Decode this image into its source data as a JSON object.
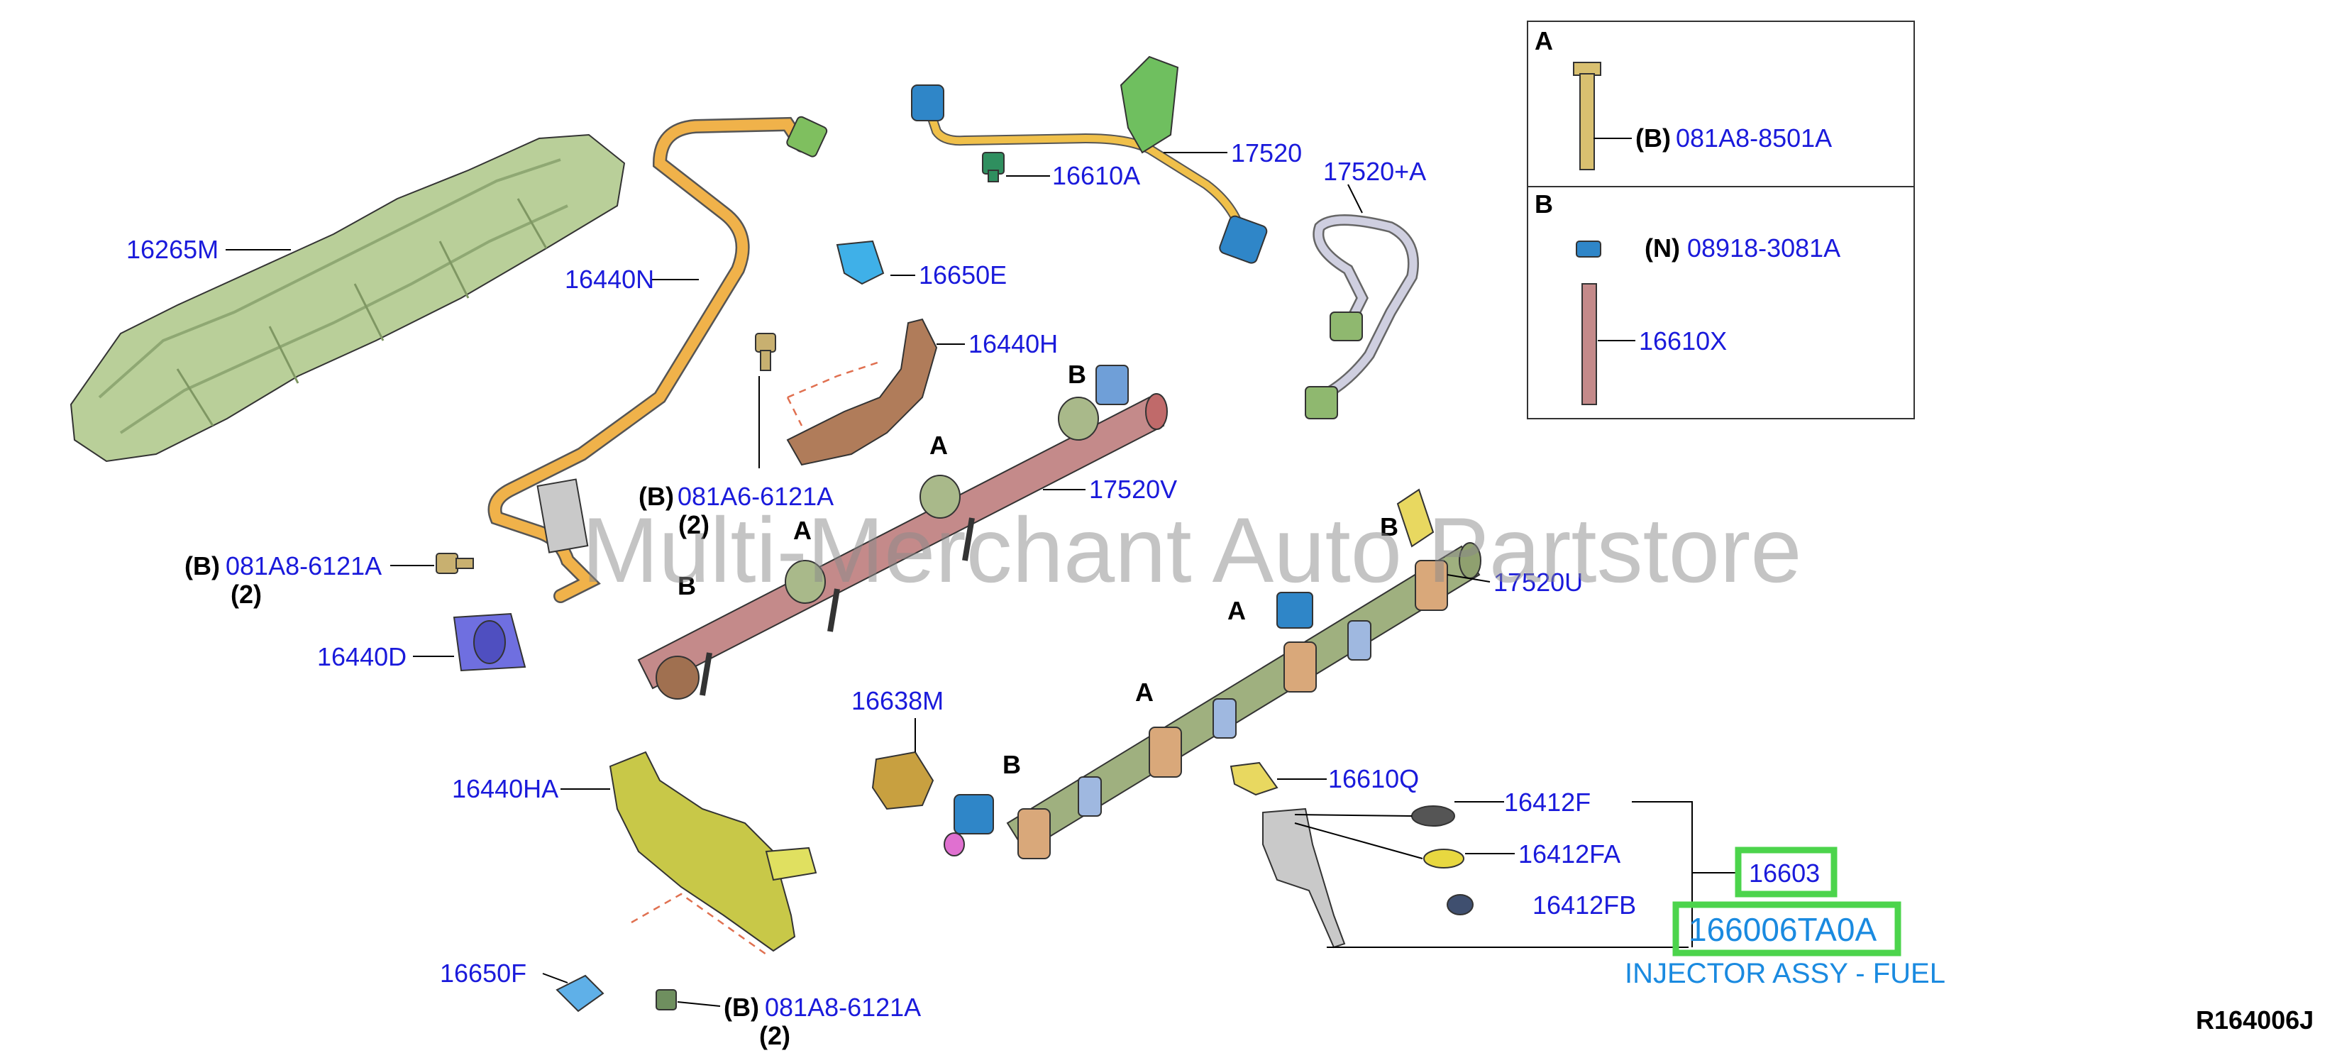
{
  "parts": {
    "p16265M": "16265M",
    "p16440N": "16440N",
    "p16610A": "16610A",
    "p17520": "17520",
    "p17520A": "17520+A",
    "p16650E": "16650E",
    "p16440H": "16440H",
    "p081A6": "081A6-6121A",
    "p17520V": "17520V",
    "p081A8_left": "081A8-6121A",
    "p16440D": "16440D",
    "p17520U": "17520U",
    "p16638M": "16638M",
    "p16610Q": "16610Q",
    "p16412F": "16412F",
    "p16412FA": "16412FA",
    "p16412FB": "16412FB",
    "p16440HA": "16440HA",
    "p16650F": "16650F",
    "p081A8_bottom": "081A8-6121A",
    "p081A8_8501A": "081A8-8501A",
    "p08918": "08918-3081A",
    "p16610X": "16610X"
  },
  "prefixes": {
    "B": "(B)",
    "N": "(N)"
  },
  "quantities": {
    "q081A6": "(2)",
    "q081A8_left": "(2)",
    "q081A8_bottom": "(2)"
  },
  "letters": {
    "A": "A",
    "B": "B"
  },
  "highlight": {
    "assy_code": "16603",
    "part_number": "166006TA0A",
    "part_name": "INJECTOR ASSY - FUEL"
  },
  "watermark": "Multi-Merchant Auto Partstore",
  "reference": "R164006J",
  "colors": {
    "label": "#1a1adb",
    "highlight_box": "#4cd44c",
    "highlight_text": "#1a8ae0"
  }
}
